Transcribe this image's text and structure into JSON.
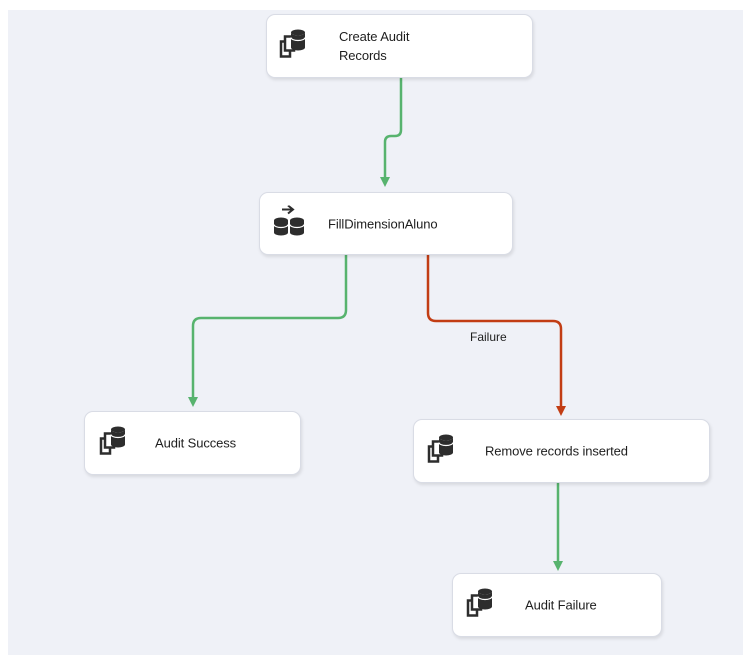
{
  "tasks": {
    "create_audit": {
      "label": "Create Audit\nRecords",
      "icon": "execute-sql-task-icon"
    },
    "fill_dimension": {
      "label": "FillDimensionAluno",
      "icon": "data-flow-task-icon"
    },
    "audit_success": {
      "label": "Audit Success",
      "icon": "execute-sql-task-icon"
    },
    "remove_records": {
      "label": "Remove records inserted",
      "icon": "execute-sql-task-icon"
    },
    "audit_failure": {
      "label": "Audit Failure",
      "icon": "execute-sql-task-icon"
    }
  },
  "precedence": {
    "failure_label": "Failure",
    "colors": {
      "success": "#57b36e",
      "failure": "#c23d14"
    }
  }
}
